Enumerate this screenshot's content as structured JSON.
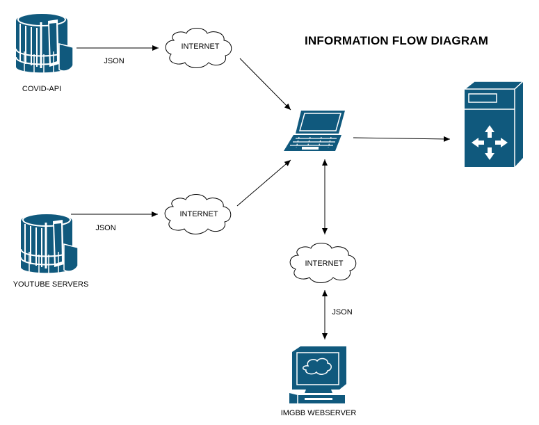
{
  "title": "INFORMATION FLOW DIAGRAM",
  "nodes": {
    "covid_api": "COVID-API",
    "youtube_servers": "YOUTUBE SERVERS",
    "imgbb_webserver": "IMGBB WEBSERVER",
    "internet_top": "INTERNET",
    "internet_middle": "INTERNET",
    "internet_bottom": "INTERNET"
  },
  "edges": {
    "covid_to_internet": "JSON",
    "youtube_to_internet": "JSON",
    "imgbb_to_internet": "JSON"
  },
  "colors": {
    "device_fill": "#10597d",
    "device_stroke": "#ffffff",
    "line": "#000000"
  },
  "icons": [
    "database-icon",
    "database-icon",
    "cloud-icon",
    "cloud-icon",
    "cloud-icon",
    "laptop-icon",
    "router-server-icon",
    "monitor-icon"
  ]
}
